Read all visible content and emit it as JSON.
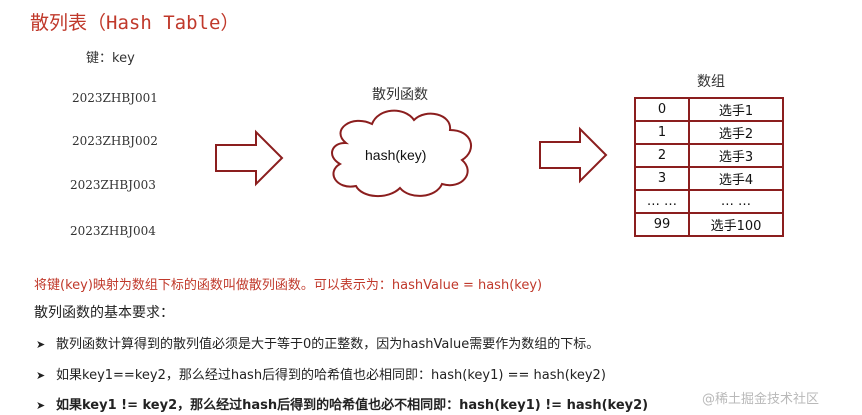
{
  "title": "散列表（Hash Table）",
  "key_label": "键：key",
  "keys": [
    "2023ZHBJ001",
    "2023ZHBJ002",
    "2023ZHBJ003",
    "2023ZHBJ004"
  ],
  "hash_function_label": "散列函数",
  "hash_call": "hash(key)",
  "array_label": "数组",
  "array_rows": [
    {
      "index": "0",
      "value": "选手1"
    },
    {
      "index": "1",
      "value": "选手2"
    },
    {
      "index": "2",
      "value": "选手3"
    },
    {
      "index": "3",
      "value": "选手4"
    },
    {
      "index": "… …",
      "value": "… …"
    },
    {
      "index": "99",
      "value": "选手100"
    }
  ],
  "description": "将键(key)映射为数组下标的函数叫做散列函数。可以表示为：hashValue = hash(key)",
  "requirements_title": "散列函数的基本要求：",
  "requirements": [
    "散列函数计算得到的散列值必须是大于等于0的正整数，因为hashValue需要作为数组的下标。",
    "如果key1==key2，那么经过hash后得到的哈希值也必相同即：hash(key1) == hash(key2)",
    "如果key1 != key2，那么经过hash后得到的哈希值也必不相同即：hash(key1) != hash(key2)"
  ],
  "bullet_marker": "➤",
  "watermark": "@稀土掘金技术社区",
  "colors": {
    "accent": "#c0392b",
    "border": "#8b1e1e"
  }
}
